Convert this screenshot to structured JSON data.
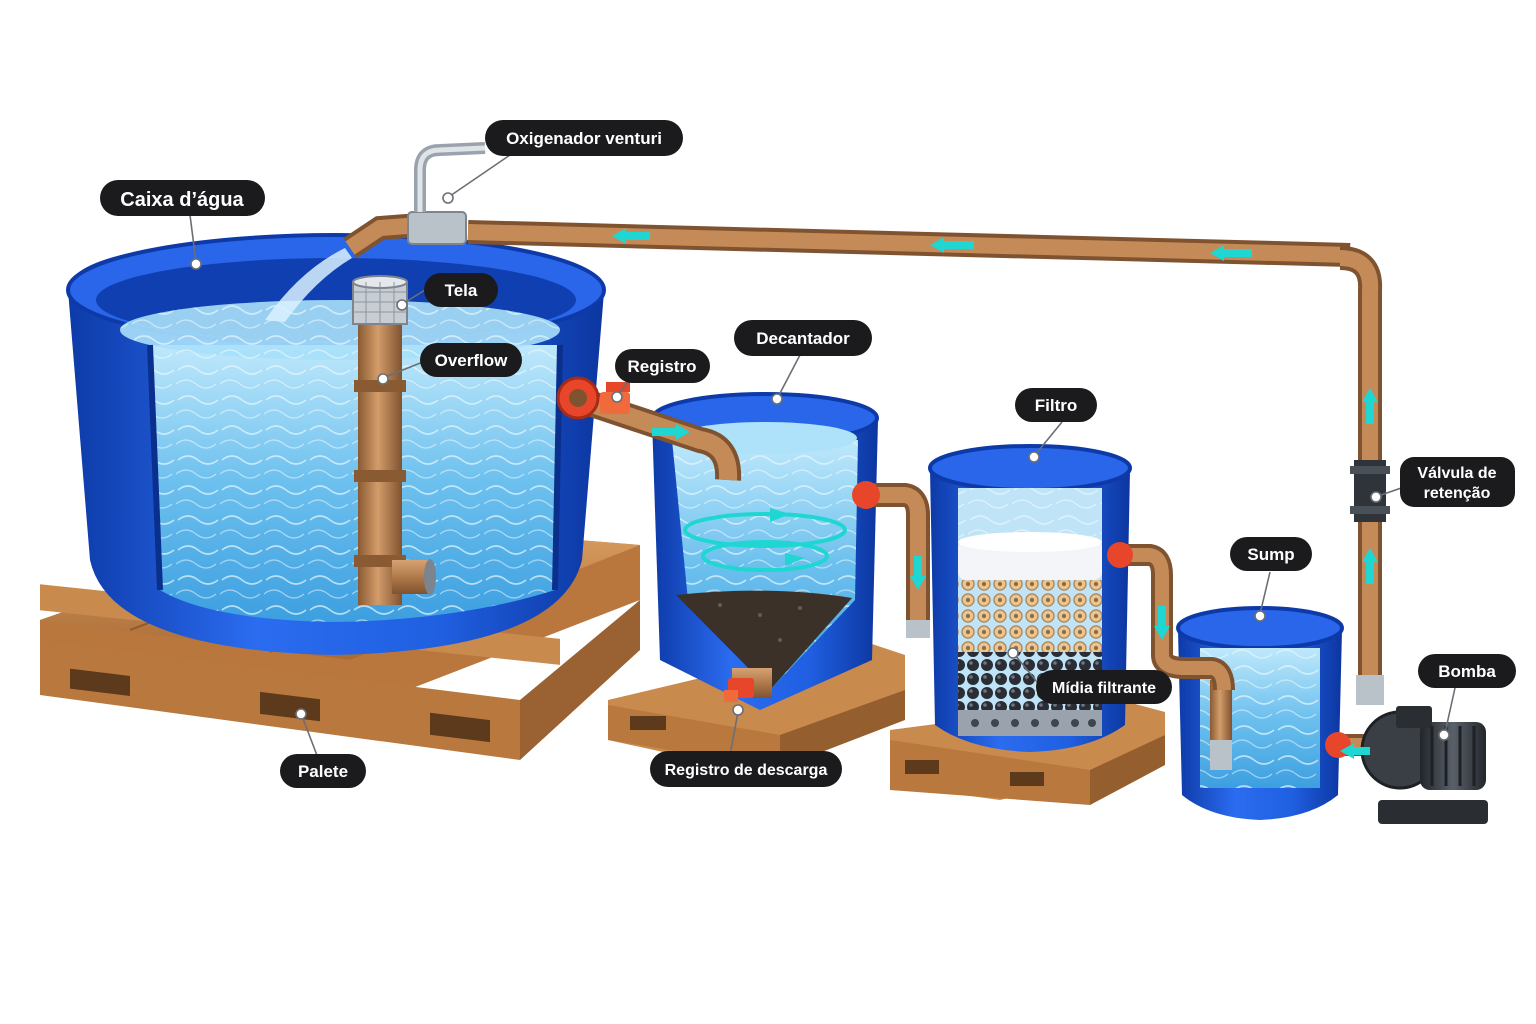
{
  "labels": {
    "caixa": "Caixa d’água",
    "oxigenador": "Oxigenador venturi",
    "tela": "Tela",
    "overflow": "Overflow",
    "registro": "Registro",
    "decantador": "Decantador",
    "filtro": "Filtro",
    "sump": "Sump",
    "valvula_l1": "Válvula de",
    "valvula_l2": "retenção",
    "bomba": "Bomba",
    "midia": "Mídia filtrante",
    "registro_descarga": "Registro de descarga",
    "palete": "Palete"
  },
  "colors": {
    "tank_blue": "#1f5fe0",
    "tank_dark": "#0f3fb0",
    "water": "#6fc3ef",
    "pipe": "#b07a4a",
    "pipe_dark": "#7f5330",
    "flow_arrow": "#1fd6d2",
    "wood": "#c98a4e",
    "wood_dark": "#8e5a2c",
    "valve_red": "#e8462a",
    "pump_gray": "#3a3f46",
    "label_bg": "#1b1b1d",
    "label_text": "#ffffff"
  },
  "icons": {
    "flow": "arrow-icon",
    "swirl": "swirl-arrow-icon"
  }
}
